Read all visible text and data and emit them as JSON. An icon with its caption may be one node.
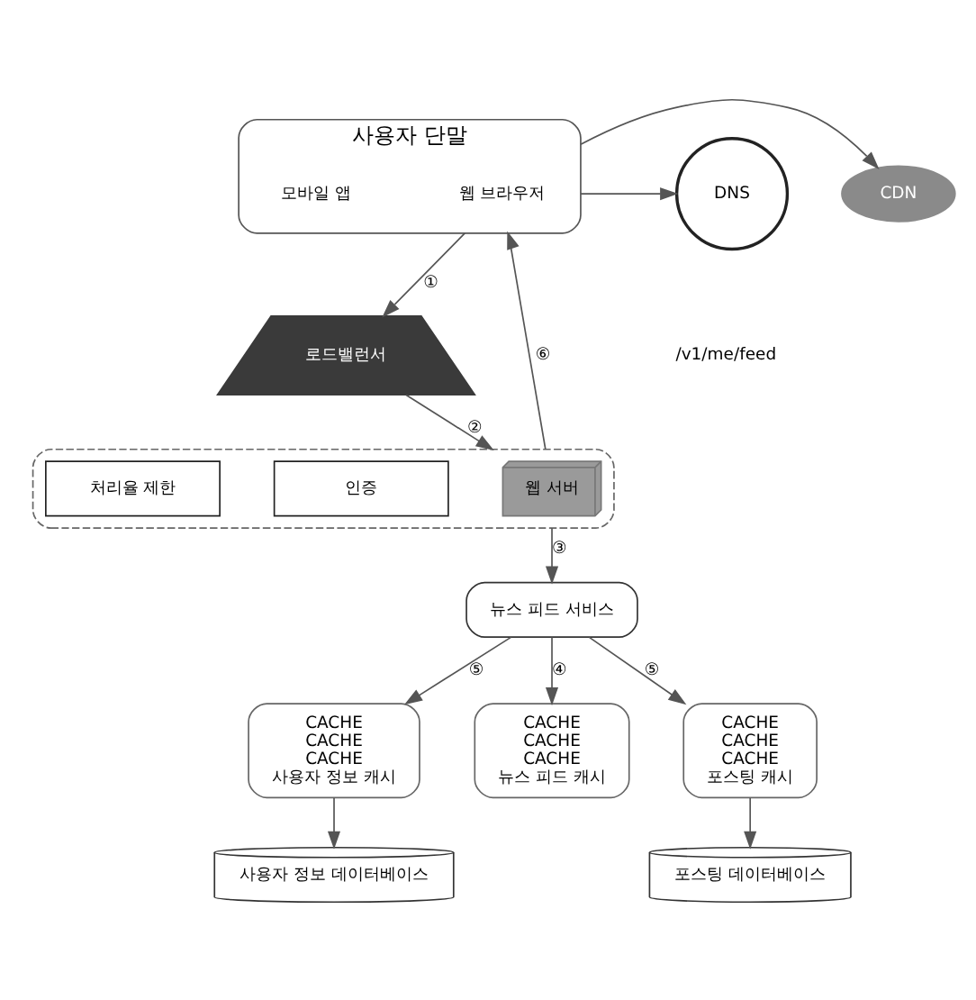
{
  "diagram": {
    "nodes": [
      {
        "text": [
          "사용자 단말"
        ]
      },
      {
        "text": [
          "웹 브라우저"
        ],
        "in": 0
      },
      {
        "text": [
          "모바일 앱"
        ],
        "in": 0
      },
      {
        "text": [
          "DNS"
        ]
      },
      {
        "text": [
          "CDN"
        ]
      },
      {
        "text": [
          "로드밸런서"
        ]
      },
      {
        "text": [],
        "shape": "box"
      },
      {
        "text": [
          "웹 서버"
        ],
        "in": 6
      },
      {
        "text": [
          "인증"
        ],
        "in": 6
      },
      {
        "text": [
          "처리율 제한"
        ],
        "in": 6
      },
      {
        "text": [
          "뉴스 피드 서비스"
        ]
      },
      {
        "text": [
          "CACHE",
          "CACHE",
          "CACHE",
          "사용자 정보 캐시"
        ]
      },
      {
        "text": [
          "사용자 정보 데이터베이스"
        ]
      },
      {
        "text": [
          "CACHE",
          "CACHE",
          "CACHE",
          "뉴스 피드 캐시"
        ]
      },
      {
        "text": [
          "CACHE",
          "CACHE",
          "CACHE",
          "포스팅 캐시"
        ]
      },
      {
        "text": [
          "포스팅 데이터베이스"
        ]
      }
    ],
    "edges": [
      {
        "from": 0,
        "to": 3,
        "arrow": "to"
      },
      {
        "from": 0,
        "to": 4,
        "arrow": "to"
      },
      {
        "from": 0,
        "to": 5,
        "arrow": "to",
        "label": "①"
      },
      {
        "from": 5,
        "to": 6,
        "arrow": "to",
        "label": "②"
      },
      {
        "from": 6,
        "to": 0,
        "arrow": "to",
        "label": "⑥"
      },
      {
        "from": 6,
        "to": 10,
        "arrow": "to",
        "label": "③"
      },
      {
        "from": 10,
        "to": 11,
        "arrow": "to",
        "label": "⑤"
      },
      {
        "from": 10,
        "to": 14,
        "arrow": "to",
        "label": "⑤"
      },
      {
        "from": 10,
        "to": 13,
        "arrow": "to",
        "label": "④"
      },
      {
        "from": 11,
        "to": 12,
        "arrow": "to"
      },
      {
        "from": 14,
        "to": 15,
        "arrow": "to"
      }
    ],
    "labels": [
      "/v1/me/feed"
    ]
  }
}
